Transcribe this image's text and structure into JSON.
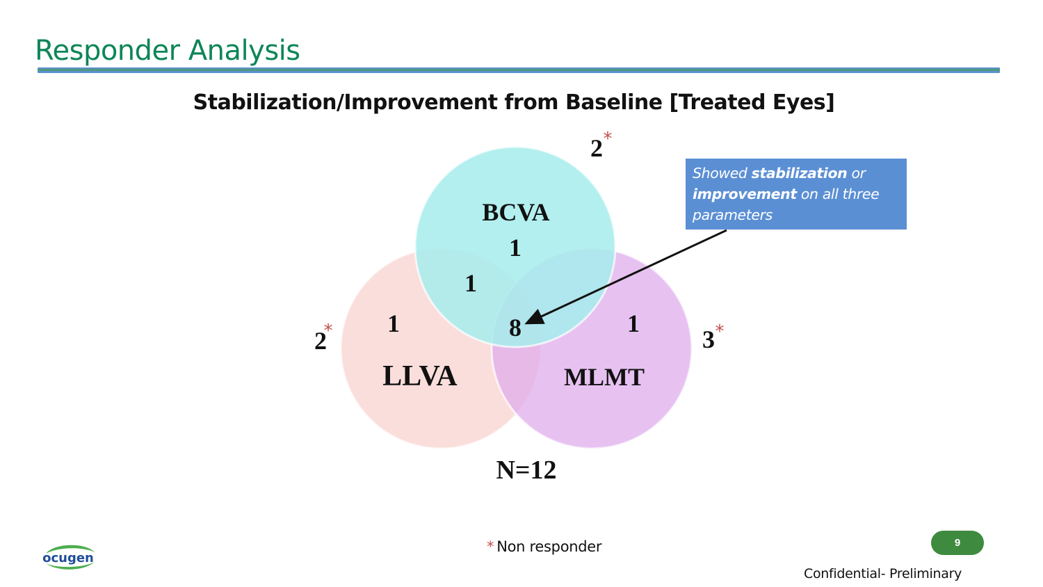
{
  "slide": {
    "title": "Responder Analysis",
    "subtitle": "Stabilization/Improvement from Baseline [Treated Eyes]",
    "page_number": "9",
    "confidential": "Confidential- Preliminary",
    "logo_text": "ocugen",
    "colors": {
      "title": "#0e8558",
      "badge": "#3e8a3e",
      "asterisk": "#c0504d",
      "callout": "#5b8fd4"
    }
  },
  "callout": {
    "part1": "Showed ",
    "part2": "stabilization",
    "part3": " or ",
    "part4": "improvement",
    "part5": " on all three parameters"
  },
  "legend": {
    "asterisk": "*",
    "label": "Non responder"
  },
  "chart_data": {
    "type": "venn",
    "title": "Stabilization/Improvement from Baseline [Treated Eyes]",
    "sets": [
      {
        "name": "BCVA",
        "only": "1",
        "non_responders": "2",
        "color": "#a6ecec"
      },
      {
        "name": "LLVA",
        "only": "1",
        "non_responders": "2",
        "color": "#f8d3d0"
      },
      {
        "name": "MLMT",
        "only": "1",
        "non_responders": "3",
        "color": "#deaaeb"
      }
    ],
    "intersections": [
      {
        "sets": [
          "BCVA",
          "LLVA"
        ],
        "value": "1"
      },
      {
        "sets": [
          "BCVA",
          "LLVA",
          "MLMT"
        ],
        "value": "8"
      }
    ],
    "total_label": "N=12",
    "non_responder_mark": "*"
  }
}
